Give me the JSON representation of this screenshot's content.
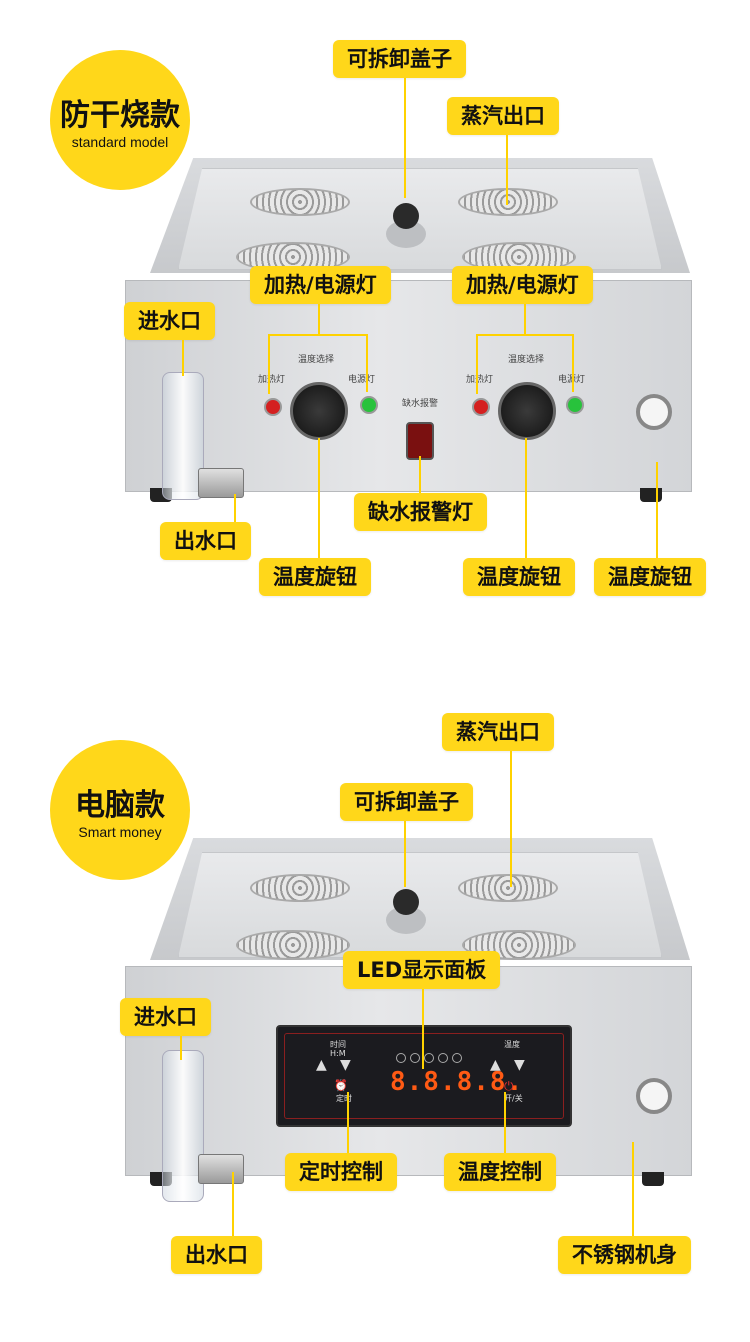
{
  "section1": {
    "badge_title": "防干烧款",
    "badge_subtitle": "standard model",
    "labels": {
      "lid": "可拆卸盖子",
      "steam_outlet": "蒸汽出口",
      "power_light_left": "加热/电源灯",
      "power_light_right": "加热/电源灯",
      "water_inlet": "进水口",
      "water_alarm": "缺水报警灯",
      "water_outlet": "出水口",
      "temp_knob_left": "温度旋钮",
      "temp_knob_right": "温度旋钮",
      "temp_knob_side": "温度旋钮"
    },
    "panel_text": {
      "temp_select_left": "温度选择",
      "temp_select_right": "温度选择",
      "heat_lamp_left": "加热灯",
      "power_lamp_left": "电源灯",
      "heat_lamp_right": "加热灯",
      "power_lamp_right": "电源灯",
      "alarm_text": "缺水报警"
    }
  },
  "section2": {
    "badge_title": "电脑款",
    "badge_subtitle": "Smart money",
    "labels": {
      "steam_outlet": "蒸汽出口",
      "lid": "可拆卸盖子",
      "led_panel": "LED显示面板",
      "water_inlet": "进水口",
      "timer_control": "定时控制",
      "temp_control": "温度控制",
      "water_outlet": "出水口",
      "stainless_body": "不锈钢机身"
    },
    "display": {
      "digits": "8.8.8.8.",
      "time_label": "时间",
      "time_unit": "H:M",
      "temp_label": "温度",
      "timer_label": "定时",
      "power_label": "开/关"
    }
  },
  "colors": {
    "accent": "#ffd71a",
    "line": "#ffd200",
    "digit": "#ff5a14"
  }
}
